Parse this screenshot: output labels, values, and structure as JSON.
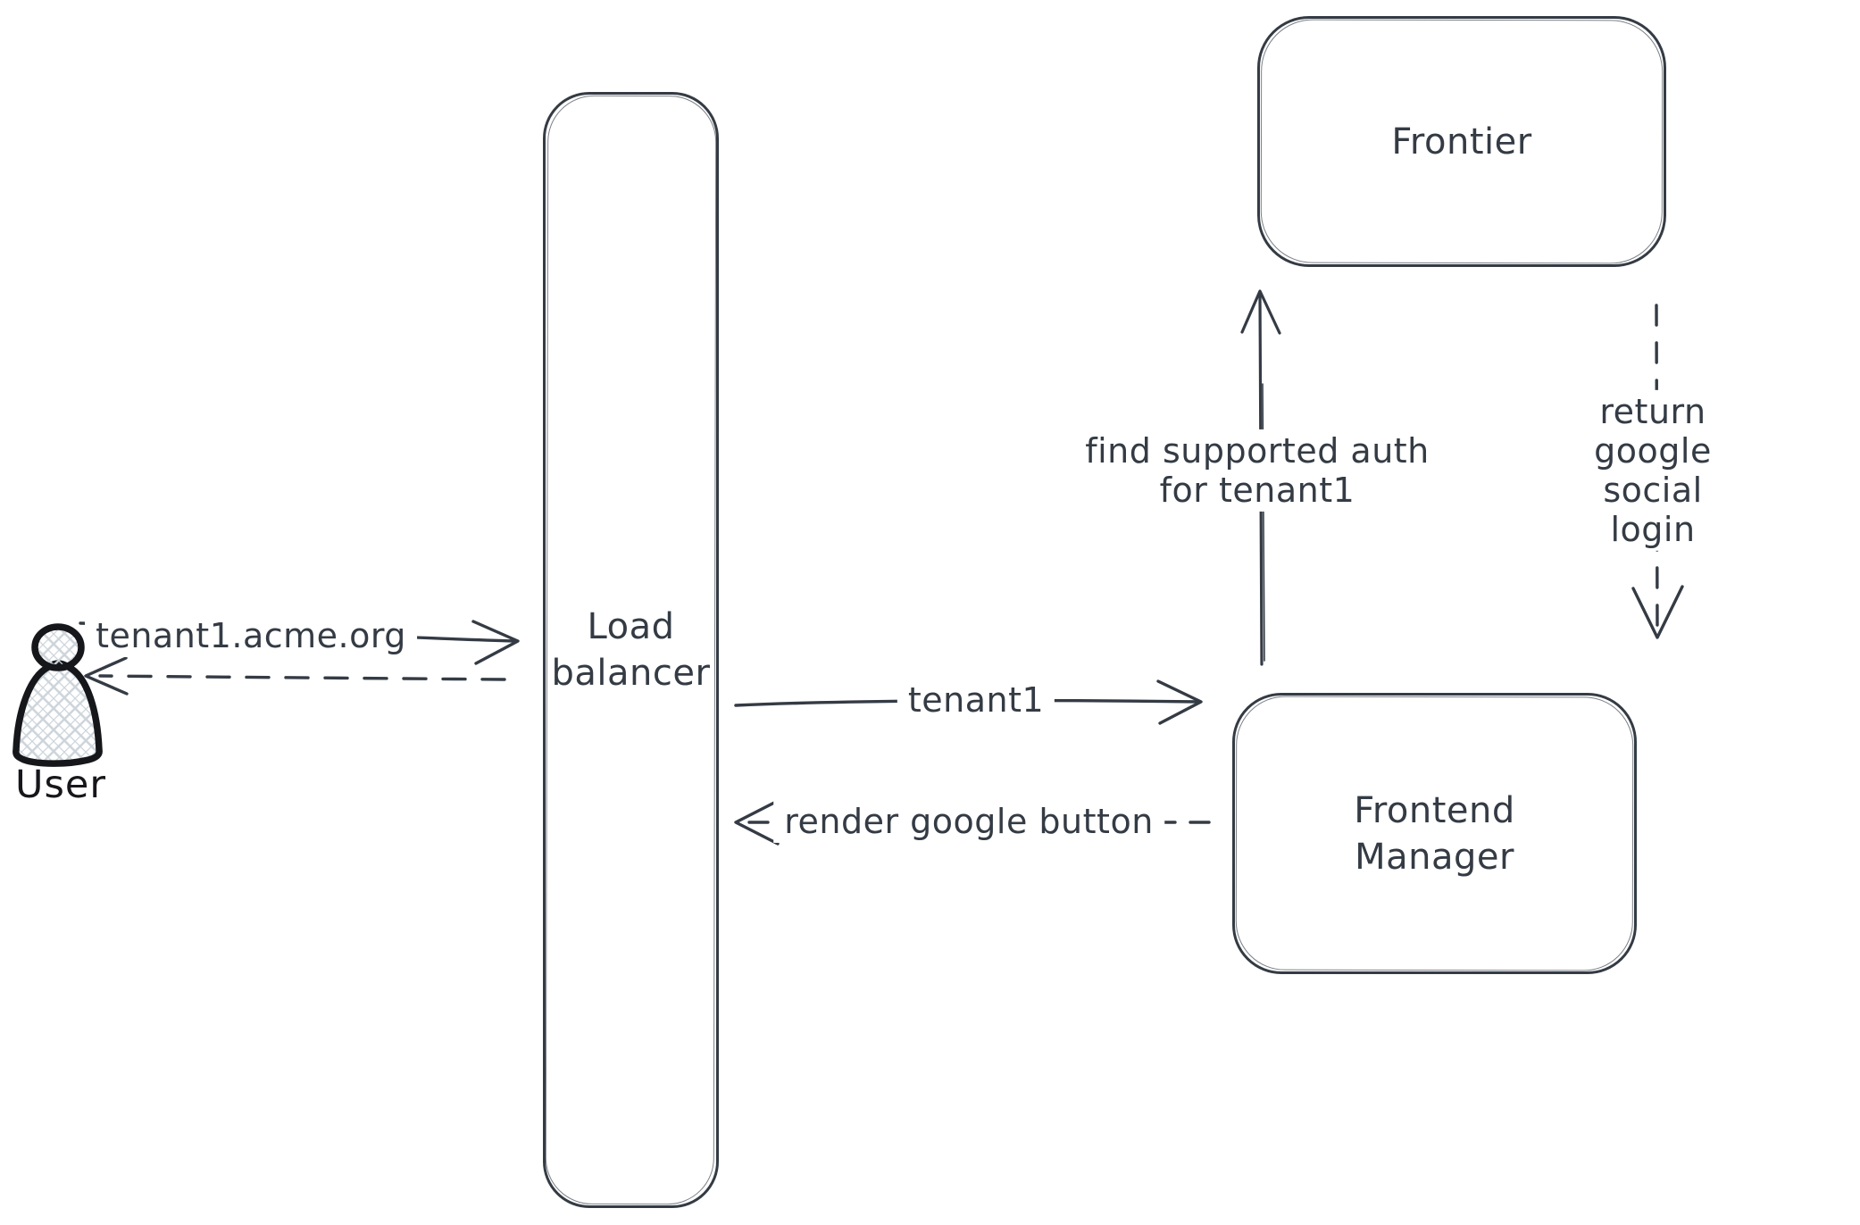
{
  "canvas": {
    "background": "#ffffff",
    "stroke_color": "#343b44",
    "user_stroke_color": "#16171b",
    "hatch_color": "#ccd4da"
  },
  "nodes": {
    "user": {
      "label": "User"
    },
    "load_balancer": {
      "label": "Load\nbalancer"
    },
    "frontier": {
      "label": "Frontier"
    },
    "frontend_manager": {
      "label": "Frontend\nManager"
    }
  },
  "messages": {
    "user_to_lb": {
      "label": "tenant1.acme.org",
      "style": "solid",
      "direction": "right"
    },
    "lb_to_user": {
      "label": "",
      "style": "dashed",
      "direction": "left"
    },
    "lb_to_fm": {
      "label": "tenant1",
      "style": "solid",
      "direction": "right"
    },
    "fm_to_lb": {
      "label": "render google button",
      "style": "dashed",
      "direction": "left"
    },
    "fm_to_frontier": {
      "label": "find supported auth\nfor tenant1",
      "style": "solid",
      "direction": "up"
    },
    "frontier_to_fm": {
      "label": "return google social\nlogin",
      "style": "dashed",
      "direction": "down"
    }
  }
}
